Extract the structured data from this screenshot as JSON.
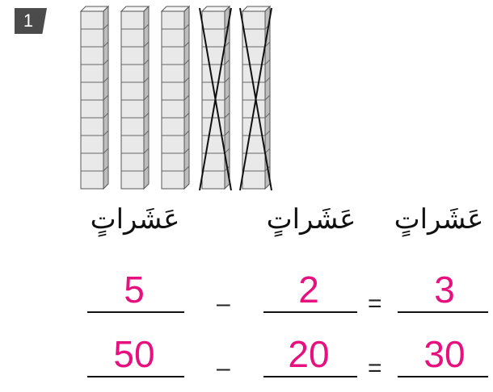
{
  "exercise": {
    "number": "1"
  },
  "blocks": {
    "rod_count": 5,
    "units_per_rod": 10,
    "crossed_out_rods": 2
  },
  "labels": {
    "tens_word": "عَشَراتٍ"
  },
  "equations": [
    {
      "minuend": "5",
      "subtrahend": "2",
      "result": "3",
      "minus": "–",
      "equals": "="
    },
    {
      "minuend": "50",
      "subtrahend": "20",
      "result": "30",
      "minus": "–",
      "equals": "="
    }
  ],
  "colors": {
    "answer": "#e6117e",
    "badge": "#4b4b4b",
    "cube_face": "#e9e9e9",
    "cube_side": "#bdbdbd"
  }
}
